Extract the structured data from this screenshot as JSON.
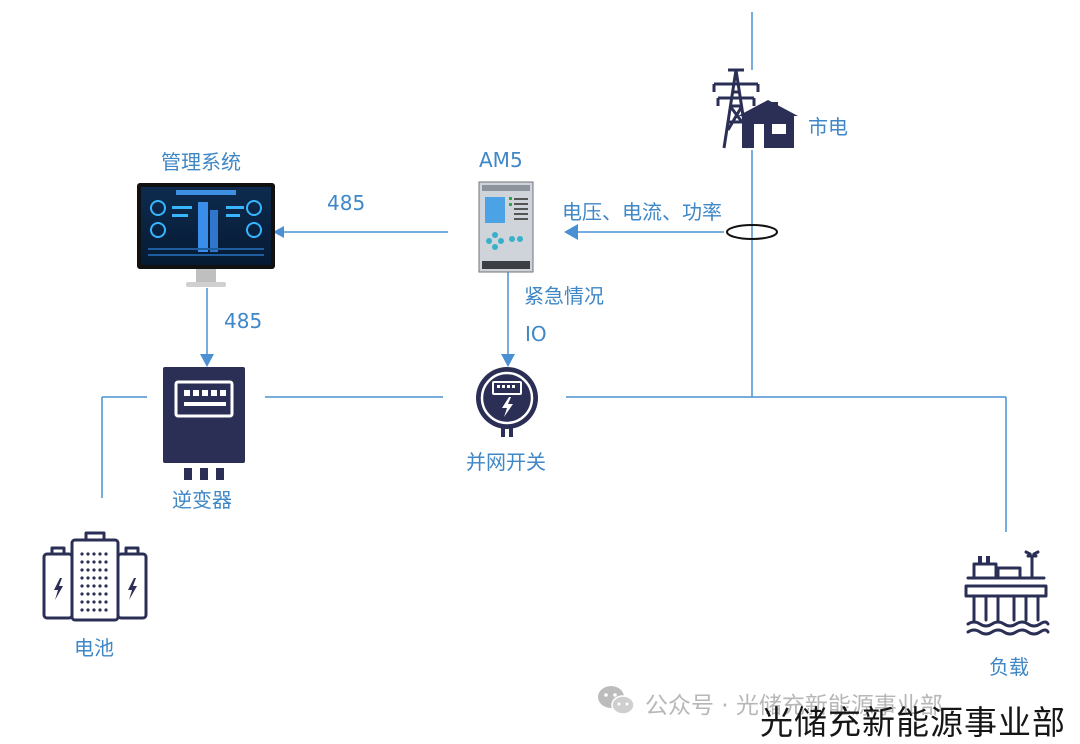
{
  "nodes": {
    "grid_label": "市电",
    "management_label": "管理系统",
    "am5_label": "AM5",
    "inverter_label": "逆变器",
    "grid_switch_label": "并网开关",
    "battery_label": "电池",
    "load_label": "负载"
  },
  "links": {
    "link_am5_to_management": "485",
    "link_management_to_inverter": "485",
    "link_measurement": "电压、电流、功率",
    "link_emergency": "紧急情况",
    "link_io": "IO"
  },
  "watermark": {
    "wechat_account": "公众号 · 光储充新能源事业部",
    "brand": "光储充新能源事业部"
  },
  "colors": {
    "line": "#4a90d2",
    "text": "#3f87c6",
    "icon": "#2b2f55"
  }
}
